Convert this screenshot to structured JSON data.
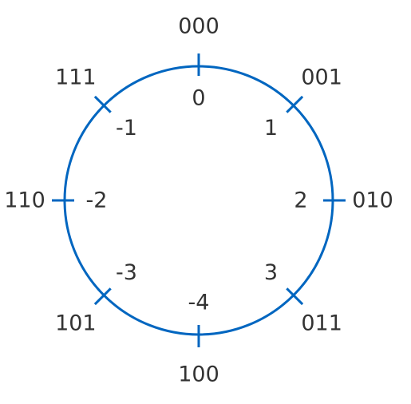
{
  "colors": {
    "circle": "#0066c0",
    "text": "#333333",
    "highlight": "#bb0000"
  },
  "positions": [
    {
      "bits": "000",
      "value": "0",
      "highlight": false
    },
    {
      "bits": "001",
      "value": "1",
      "highlight": false
    },
    {
      "bits": "010",
      "value": "2",
      "highlight": false
    },
    {
      "bits": "011",
      "value": "3",
      "highlight": false
    },
    {
      "bits": "100",
      "value": "-4",
      "highlight": true
    },
    {
      "bits": "101",
      "value": "-3",
      "highlight": false
    },
    {
      "bits": "110",
      "value": "-2",
      "highlight": false
    },
    {
      "bits": "111",
      "value": "-1",
      "highlight": false
    }
  ]
}
